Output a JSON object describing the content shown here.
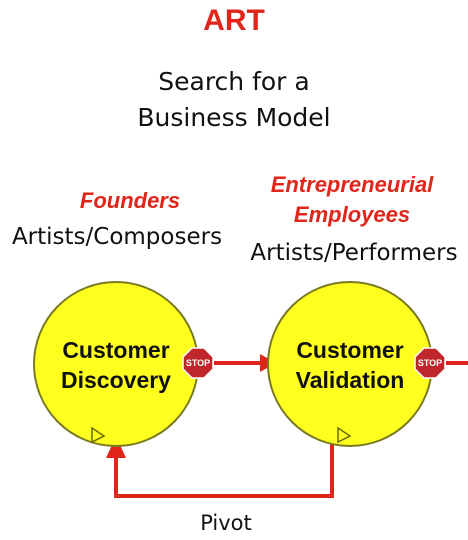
{
  "title": "ART",
  "subtitle_lines": [
    "Search for a",
    "Business Model"
  ],
  "founders": {
    "role": "Founders",
    "who": "Artists/Composers"
  },
  "employees": {
    "role_lines": [
      "Entrepreneurial",
      "Employees"
    ],
    "who": "Artists/Performers"
  },
  "nodes": {
    "discovery": [
      "Customer",
      "Discovery"
    ],
    "validation": [
      "Customer",
      "Validation"
    ]
  },
  "stop_sign_text": "STOP",
  "pivot_label": "Pivot",
  "colors": {
    "accent_red": "#e0261b",
    "circle_fill": "#ffff1f",
    "stop_red": "#c0272d",
    "text": "#111111"
  }
}
